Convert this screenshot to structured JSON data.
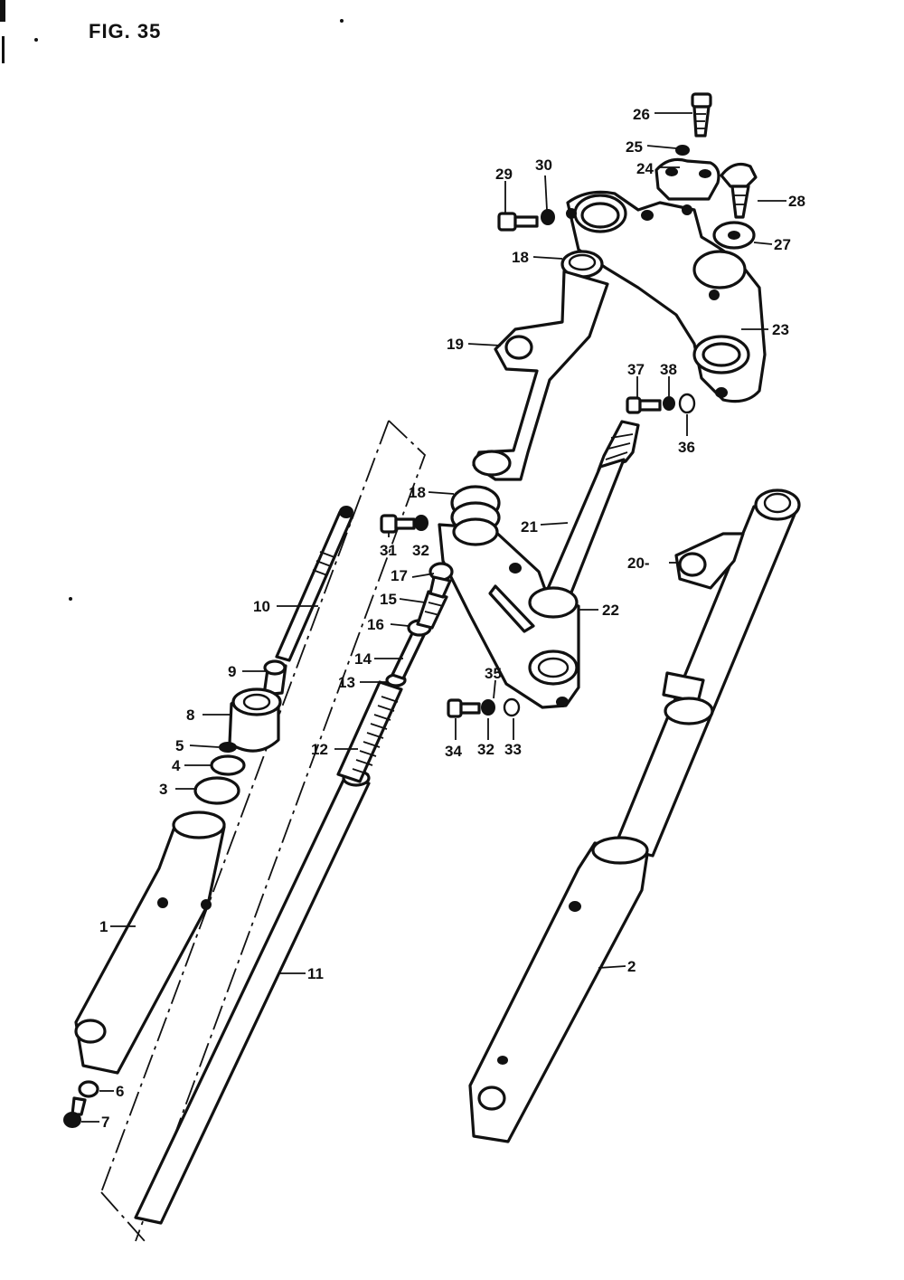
{
  "figure": {
    "title": "FIG. 35"
  },
  "callouts": [
    {
      "id": "26",
      "label": "26"
    },
    {
      "id": "25",
      "label": "25"
    },
    {
      "id": "24",
      "label": "24"
    },
    {
      "id": "29",
      "label": "29"
    },
    {
      "id": "30",
      "label": "30"
    },
    {
      "id": "28",
      "label": "28"
    },
    {
      "id": "27",
      "label": "27"
    },
    {
      "id": "18a",
      "label": "18"
    },
    {
      "id": "23",
      "label": "23"
    },
    {
      "id": "19",
      "label": "19"
    },
    {
      "id": "37",
      "label": "37"
    },
    {
      "id": "38",
      "label": "38"
    },
    {
      "id": "36",
      "label": "36"
    },
    {
      "id": "18b",
      "label": "18"
    },
    {
      "id": "21",
      "label": "21"
    },
    {
      "id": "31",
      "label": "31"
    },
    {
      "id": "32a",
      "label": "32"
    },
    {
      "id": "20",
      "label": "20-"
    },
    {
      "id": "17",
      "label": "17"
    },
    {
      "id": "15",
      "label": "15"
    },
    {
      "id": "22",
      "label": "22"
    },
    {
      "id": "10",
      "label": "10"
    },
    {
      "id": "16",
      "label": "16"
    },
    {
      "id": "14",
      "label": "14"
    },
    {
      "id": "9",
      "label": "9"
    },
    {
      "id": "13",
      "label": "13"
    },
    {
      "id": "35",
      "label": "35"
    },
    {
      "id": "8",
      "label": "8"
    },
    {
      "id": "34",
      "label": "34"
    },
    {
      "id": "32b",
      "label": "32"
    },
    {
      "id": "33",
      "label": "33"
    },
    {
      "id": "5",
      "label": "5"
    },
    {
      "id": "12",
      "label": "12"
    },
    {
      "id": "4",
      "label": "4"
    },
    {
      "id": "3",
      "label": "3"
    },
    {
      "id": "1",
      "label": "1"
    },
    {
      "id": "11",
      "label": "11"
    },
    {
      "id": "2",
      "label": "2"
    },
    {
      "id": "6",
      "label": "6"
    },
    {
      "id": "7",
      "label": "7"
    }
  ]
}
